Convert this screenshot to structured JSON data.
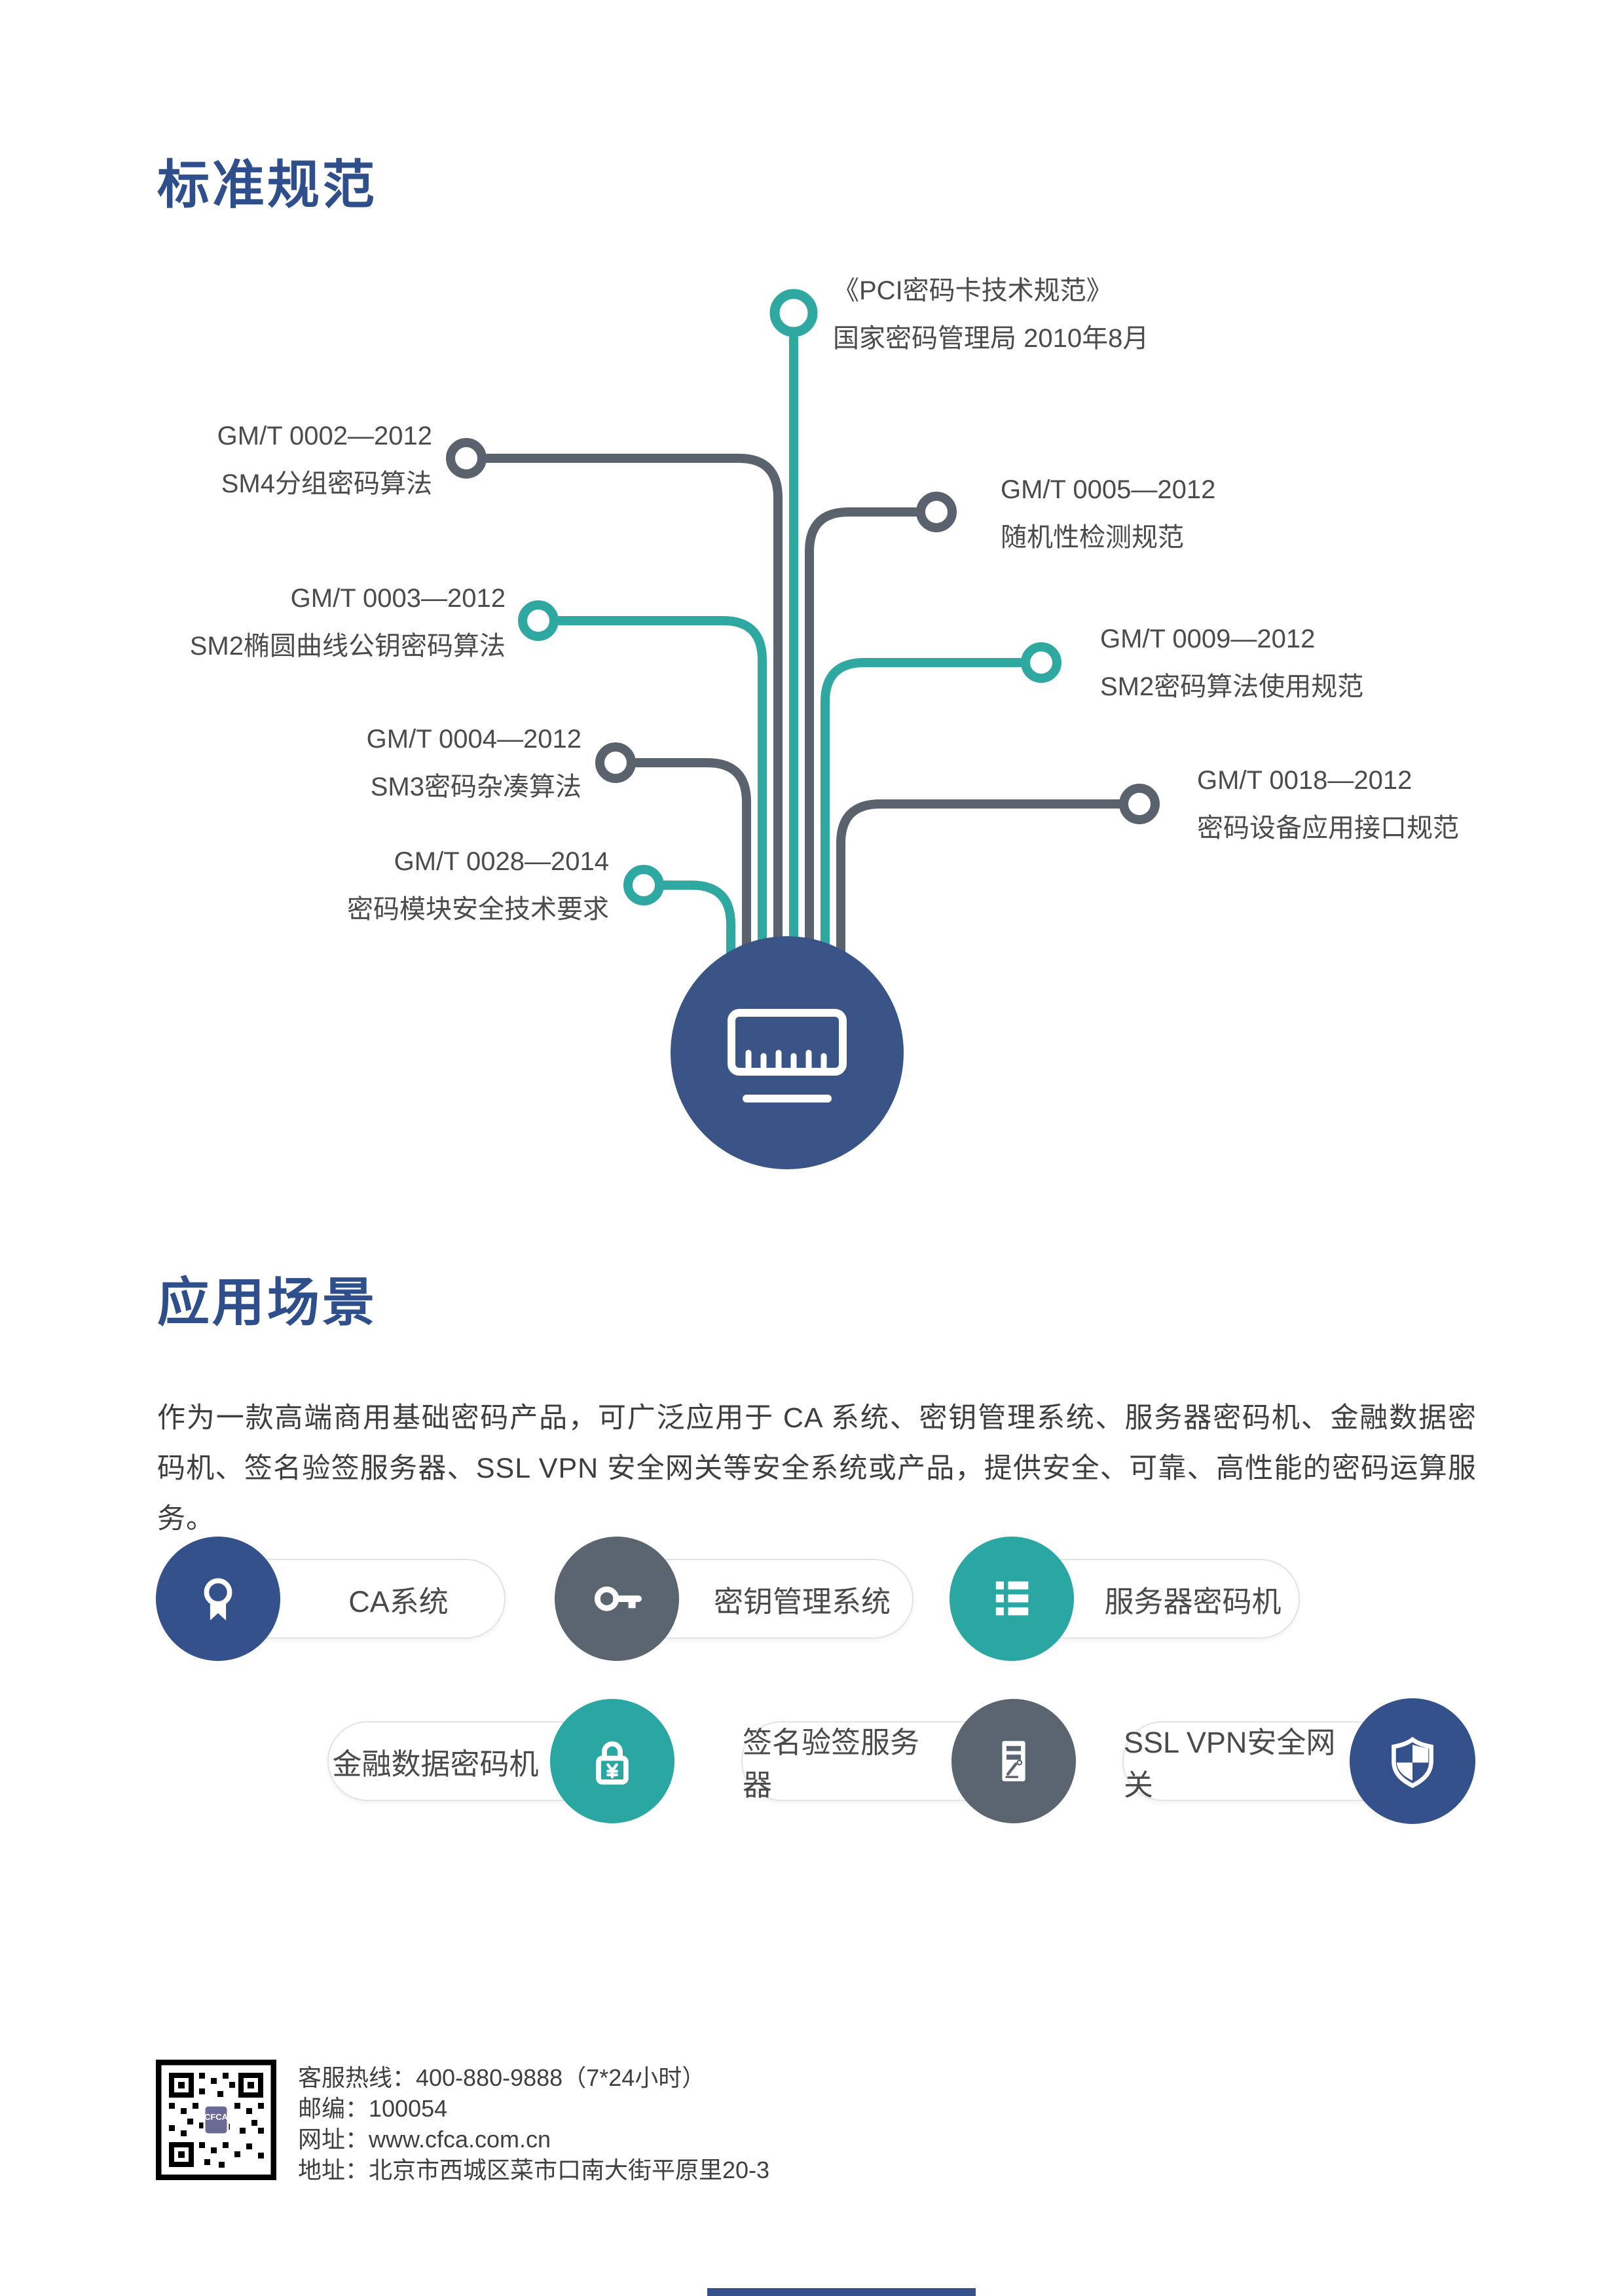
{
  "sections": {
    "standards_title": "标准规范",
    "applications_title": "应用场景"
  },
  "standards": {
    "top": {
      "line1": "《PCI密码卡技术规范》",
      "line2": "国家密码管理局 2010年8月"
    },
    "left": [
      {
        "code": "GM/T 0002—2012",
        "name": "SM4分组密码算法"
      },
      {
        "code": "GM/T 0003—2012",
        "name": "SM2椭圆曲线公钥密码算法"
      },
      {
        "code": "GM/T 0004—2012",
        "name": "SM3密码杂凑算法"
      },
      {
        "code": "GM/T 0028—2014",
        "name": "密码模块安全技术要求"
      }
    ],
    "right": [
      {
        "code": "GM/T 0005—2012",
        "name": "随机性检测规范"
      },
      {
        "code": "GM/T 0009—2012",
        "name": "SM2密码算法使用规范"
      },
      {
        "code": "GM/T 0018—2012",
        "name": "密码设备应用接口规范"
      }
    ],
    "center_icon": "pci-card-icon"
  },
  "applications": {
    "description": "作为一款高端商用基础密码产品，可广泛应用于 CA 系统、密钥管理系统、服务器密码机、金融数据密码机、签名验签服务器、SSL VPN 安全网关等安全系统或产品，提供安全、可靠、高性能的密码运算服务。",
    "items": [
      {
        "label": "CA系统",
        "icon": "certificate-icon",
        "color": "#35518b"
      },
      {
        "label": "密钥管理系统",
        "icon": "key-icon",
        "color": "#5b6570"
      },
      {
        "label": "服务器密码机",
        "icon": "server-icon",
        "color": "#2aa7a2"
      },
      {
        "label": "金融数据密码机",
        "icon": "lock-yuan-icon",
        "color": "#2aa7a2"
      },
      {
        "label": "签名验签服务器",
        "icon": "signature-icon",
        "color": "#5b6570"
      },
      {
        "label": "SSL VPN安全网关",
        "icon": "shield-icon",
        "color": "#35518b"
      }
    ]
  },
  "footer": {
    "hotline": "客服热线：400-880-9888（7*24小时）",
    "postcode": "邮编：100054",
    "website": "网址：www.cfca.com.cn",
    "address": "地址：北京市西城区菜市口南大街平原里20-3",
    "qr_label": "CFCA"
  },
  "colors": {
    "heading_blue": "#2f4f8c",
    "circle_blue": "#3a5488",
    "teal": "#2fa8a2",
    "slate_gray": "#5a626e",
    "label_gray": "#4b4b4b"
  }
}
